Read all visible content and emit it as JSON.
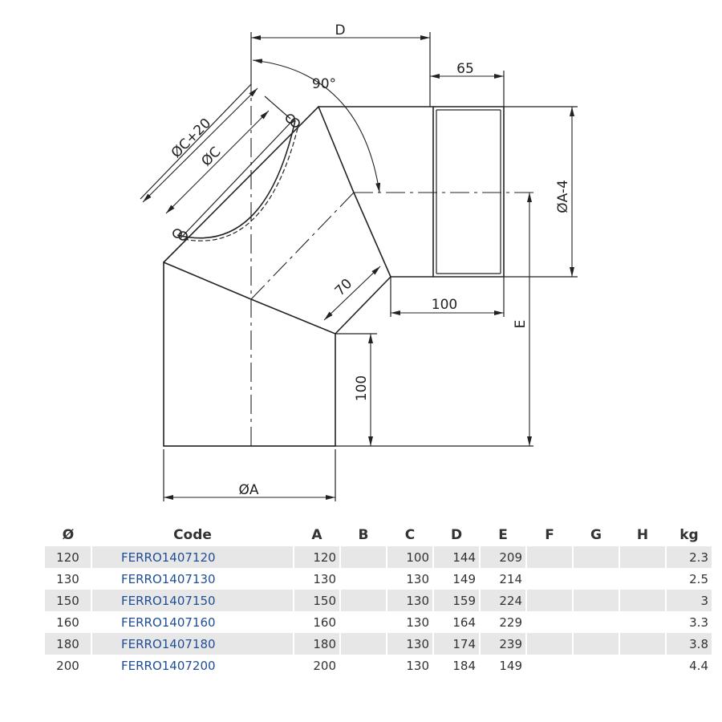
{
  "drawing": {
    "labels": {
      "D": "D",
      "angle": "90°",
      "d65": "65",
      "dia_c20": "ØC+20",
      "dia_c": "ØC",
      "dia_a4": "ØA-4",
      "d70": "70",
      "d100_horizontal": "100",
      "E": "E",
      "d100_vertical": "100",
      "dia_a": "ØA"
    }
  },
  "table": {
    "headers": [
      "Ø",
      "Code",
      "A",
      "B",
      "C",
      "D",
      "E",
      "F",
      "G",
      "H",
      "kg"
    ],
    "rows": [
      {
        "dia": "120",
        "code": "FERRO1407120",
        "A": "120",
        "B": "",
        "C": "100",
        "D": "144",
        "E": "209",
        "F": "",
        "G": "",
        "H": "",
        "kg": "2.3"
      },
      {
        "dia": "130",
        "code": "FERRO1407130",
        "A": "130",
        "B": "",
        "C": "130",
        "D": "149",
        "E": "214",
        "F": "",
        "G": "",
        "H": "",
        "kg": "2.5"
      },
      {
        "dia": "150",
        "code": "FERRO1407150",
        "A": "150",
        "B": "",
        "C": "130",
        "D": "159",
        "E": "224",
        "F": "",
        "G": "",
        "H": "",
        "kg": "3"
      },
      {
        "dia": "160",
        "code": "FERRO1407160",
        "A": "160",
        "B": "",
        "C": "130",
        "D": "164",
        "E": "229",
        "F": "",
        "G": "",
        "H": "",
        "kg": "3.3"
      },
      {
        "dia": "180",
        "code": "FERRO1407180",
        "A": "180",
        "B": "",
        "C": "130",
        "D": "174",
        "E": "239",
        "F": "",
        "G": "",
        "H": "",
        "kg": "3.8"
      },
      {
        "dia": "200",
        "code": "FERRO1407200",
        "A": "200",
        "B": "",
        "C": "130",
        "D": "184",
        "E": "149",
        "F": "",
        "G": "",
        "H": "",
        "kg": "4.4"
      }
    ]
  }
}
